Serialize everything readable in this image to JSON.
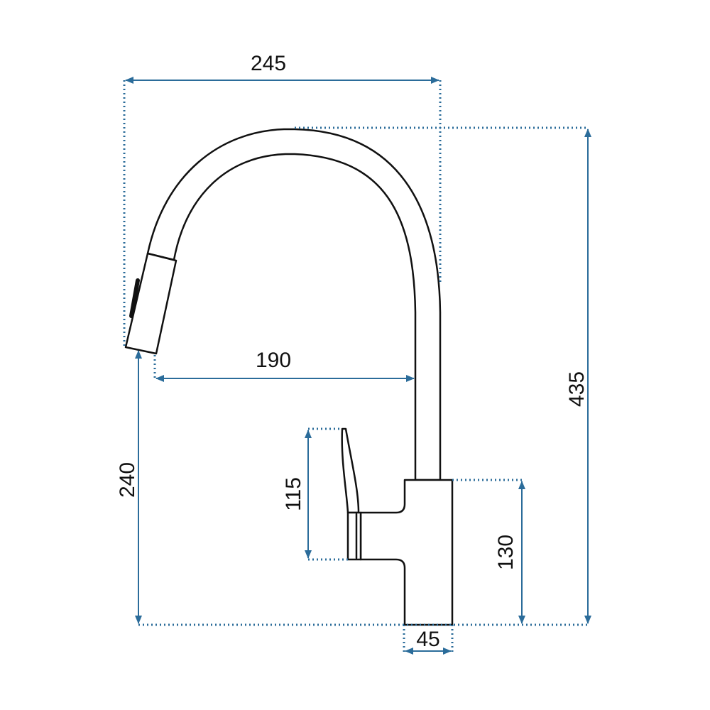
{
  "colors": {
    "dimension": "#2b6c9a",
    "outline": "#111111",
    "background": "#ffffff"
  },
  "dimensions": {
    "width_overall": "245",
    "reach": "190",
    "height_overall": "435",
    "spout_clearance": "240",
    "lever_height": "115",
    "body_height": "130",
    "body_width": "45"
  }
}
